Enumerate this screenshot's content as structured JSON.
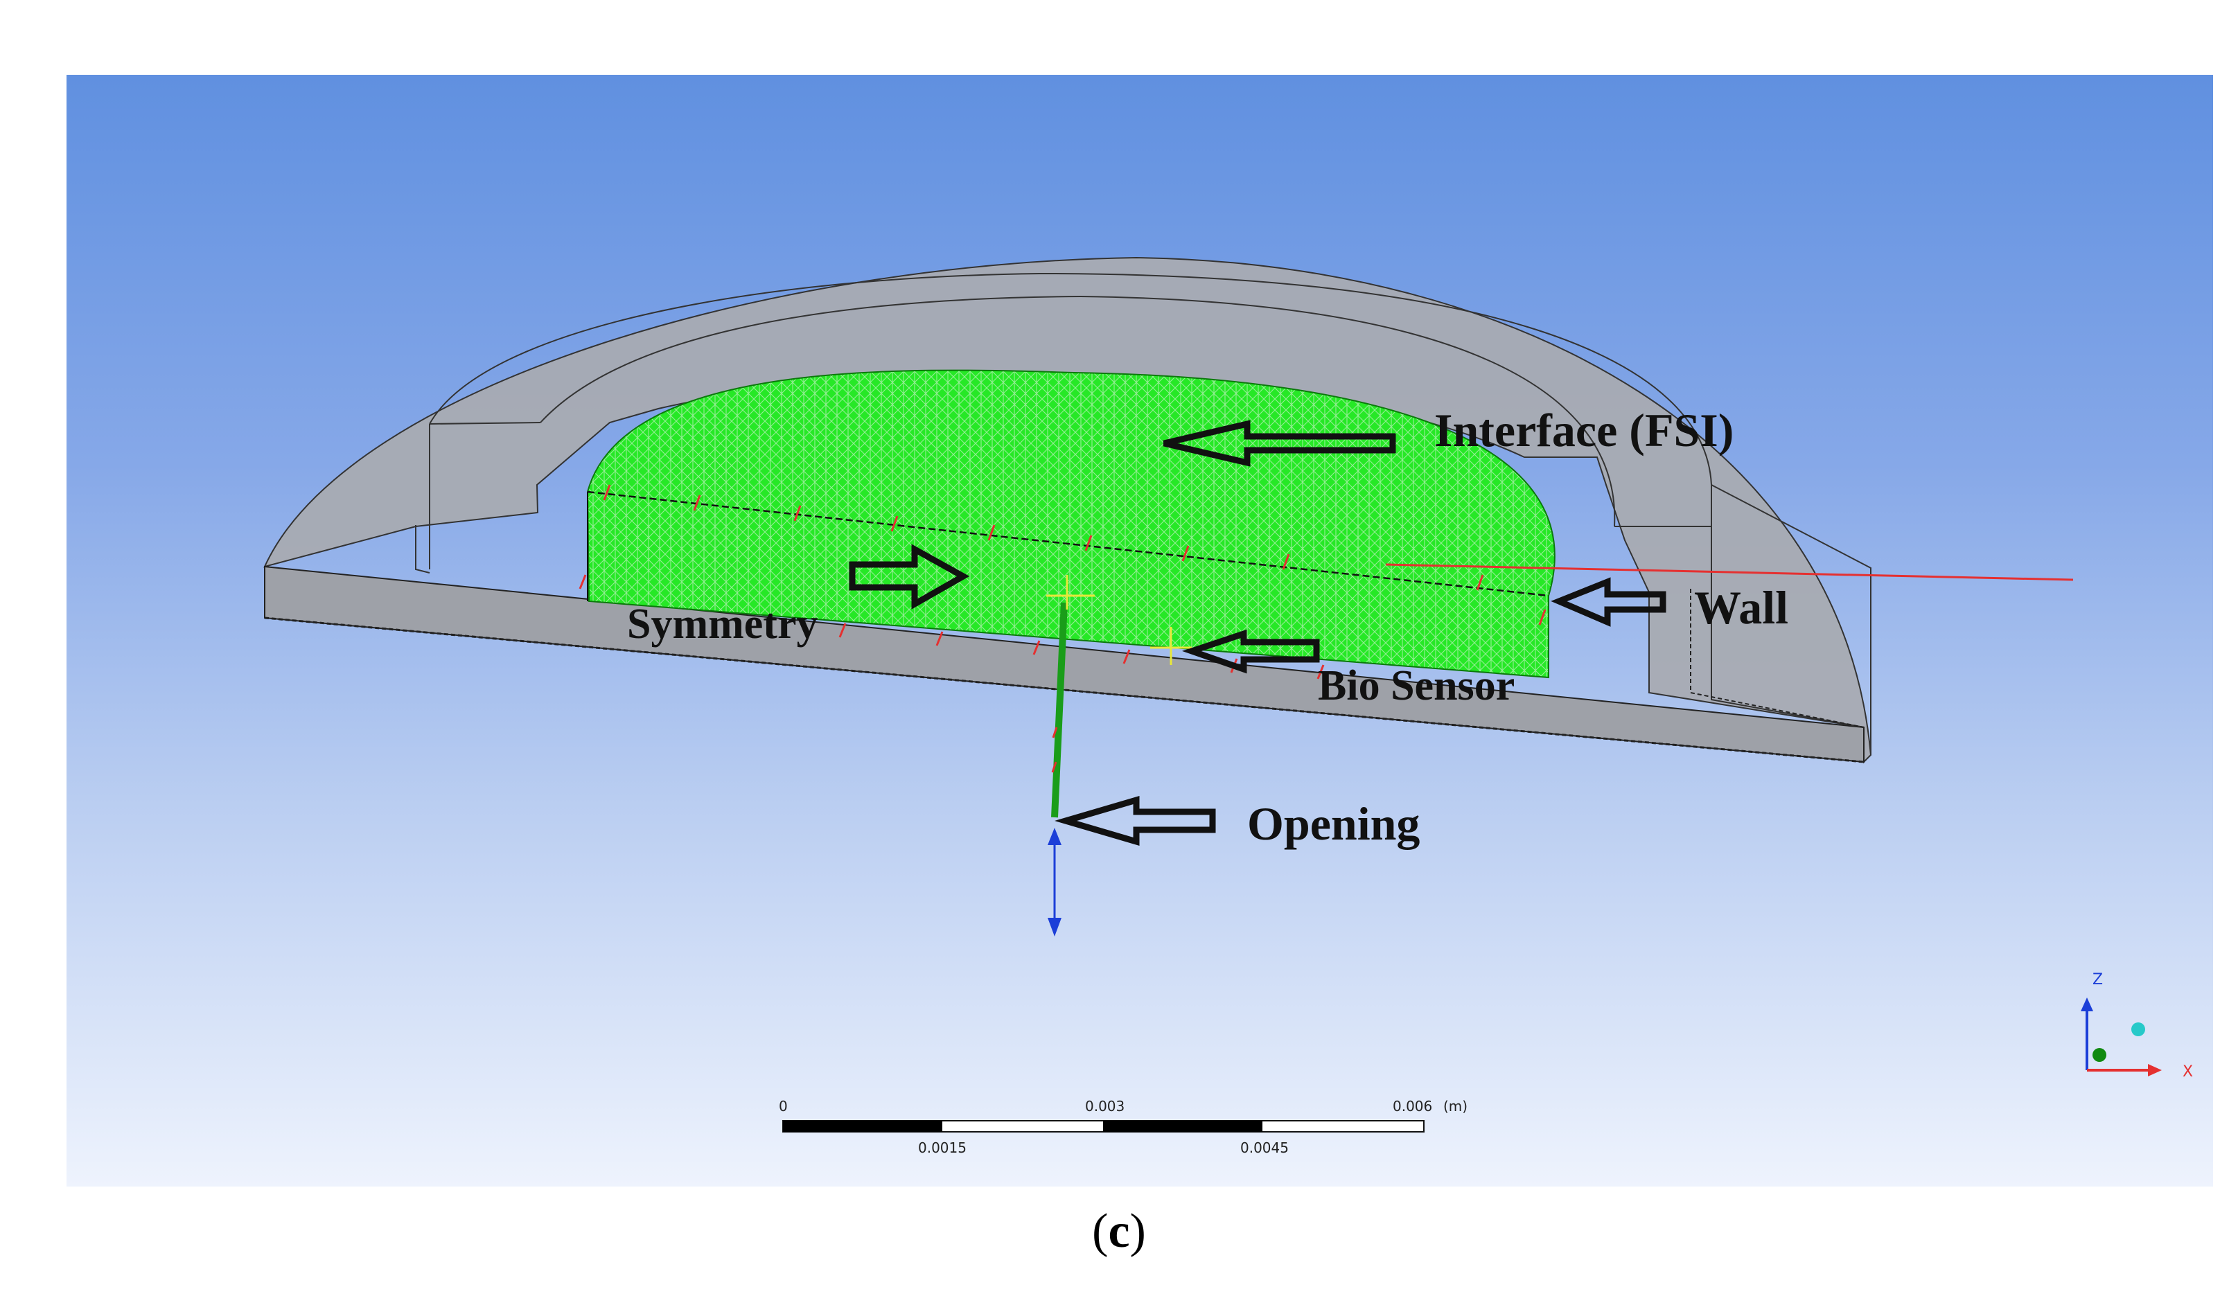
{
  "labels": {
    "interface": "Interface (FSI)",
    "wall": "Wall",
    "symmetry": "Symmetry",
    "bio_sensor": "Bio Sensor",
    "opening": "Opening"
  },
  "scale_bar": {
    "top_ticks": [
      "0",
      "0.003",
      "0.006"
    ],
    "unit": "(m)",
    "bottom_ticks": [
      "0.0015",
      "0.0045"
    ]
  },
  "triad": {
    "z": "Z",
    "x": "X"
  },
  "caption": {
    "open": "(",
    "letter": "c",
    "close": ")"
  },
  "colors": {
    "mesh_green": "#22ee22",
    "housing_gray": "#a4a7ad",
    "background_top": "#6090e0",
    "background_bottom": "#eef3fd"
  }
}
